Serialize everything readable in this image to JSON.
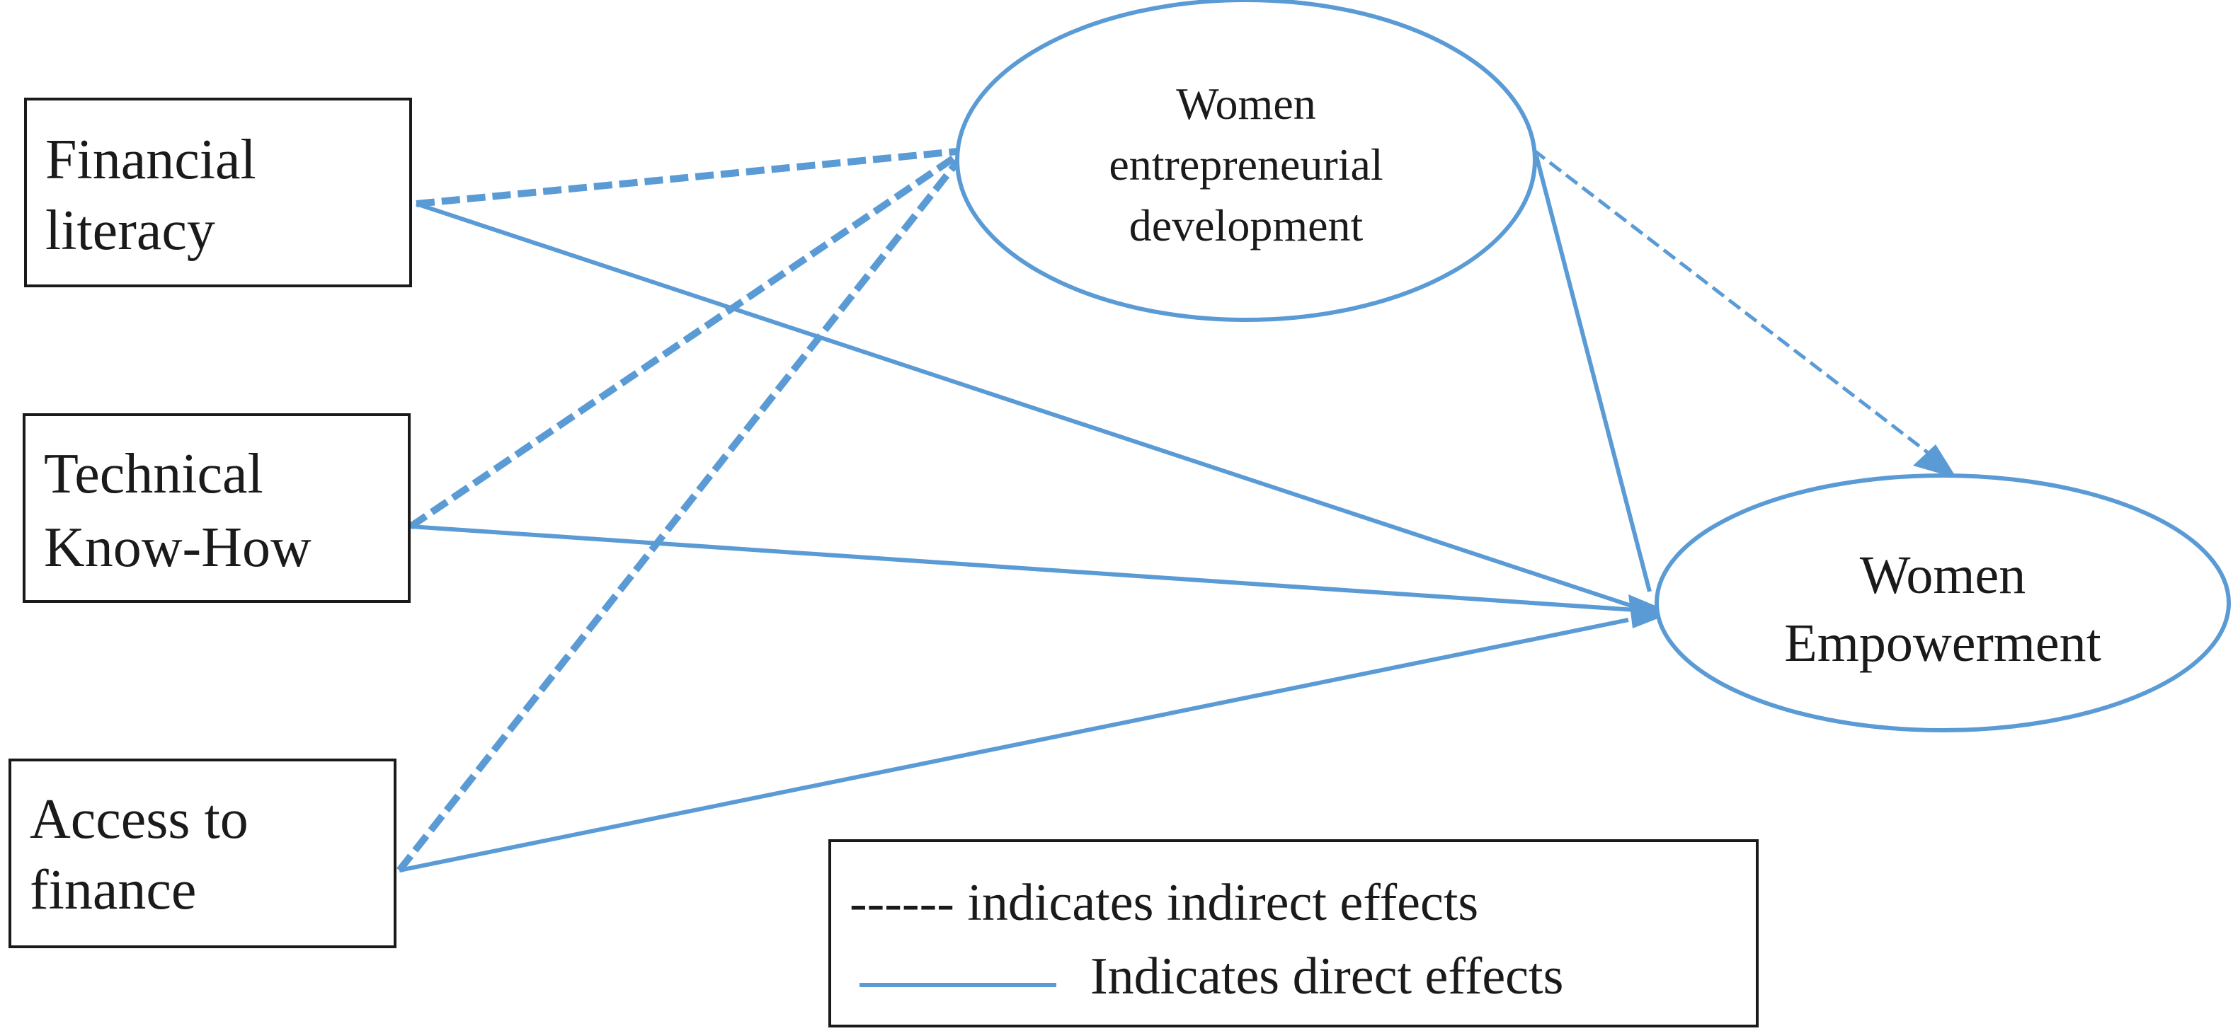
{
  "nodes": {
    "financial_literacy": {
      "lines": [
        "Financial",
        "literacy"
      ]
    },
    "technical_know_how": {
      "lines": [
        "Technical",
        "Know-How"
      ]
    },
    "access_to_finance": {
      "lines": [
        "Access to",
        "finance"
      ]
    },
    "women_entrepreneurial_development": {
      "lines": [
        "Women",
        "entrepreneurial",
        "development"
      ]
    },
    "women_empowerment": {
      "lines": [
        "Women",
        "Empowerment"
      ]
    }
  },
  "legend": {
    "indirect_label": "------ indicates indirect effects",
    "direct_label": "Indicates direct effects"
  },
  "colors": {
    "accent": "#5b9bd5",
    "box_border": "#1a1a1a",
    "text": "#1a1a1a"
  },
  "edges": [
    {
      "from": "financial_literacy",
      "to": "women_entrepreneurial_development",
      "style": "indirect"
    },
    {
      "from": "technical_know_how",
      "to": "women_entrepreneurial_development",
      "style": "indirect"
    },
    {
      "from": "access_to_finance",
      "to": "women_entrepreneurial_development",
      "style": "indirect"
    },
    {
      "from": "women_entrepreneurial_development",
      "to": "women_empowerment",
      "style": "indirect"
    },
    {
      "from": "financial_literacy",
      "to": "women_empowerment",
      "style": "direct"
    },
    {
      "from": "technical_know_how",
      "to": "women_empowerment",
      "style": "direct"
    },
    {
      "from": "access_to_finance",
      "to": "women_empowerment",
      "style": "direct"
    },
    {
      "from": "women_entrepreneurial_development",
      "to": "women_empowerment",
      "style": "direct"
    }
  ]
}
